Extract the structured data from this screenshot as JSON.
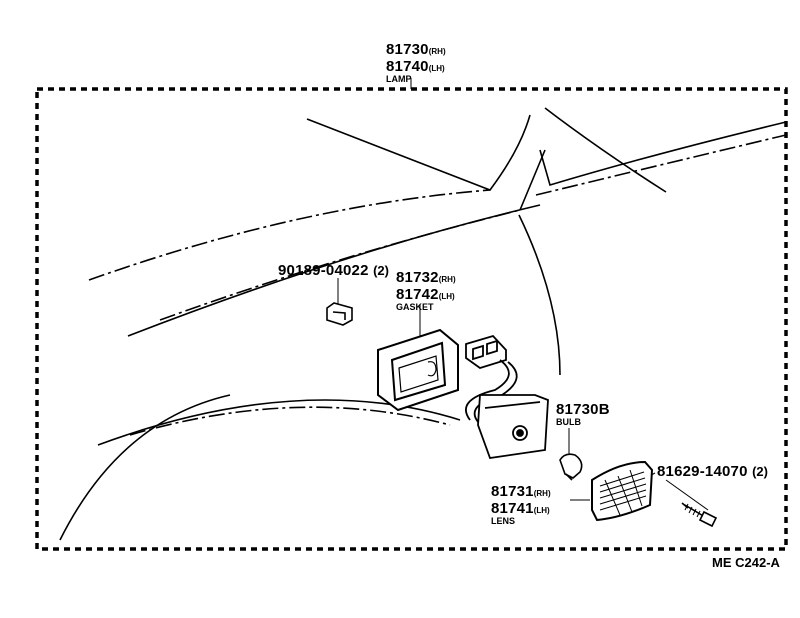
{
  "parts": {
    "lamp": {
      "pn_rh": "81730",
      "side_rh": "(RH)",
      "pn_lh": "81740",
      "side_lh": "(LH)",
      "name": "LAMP"
    },
    "nut": {
      "pn": "90189-04022",
      "qty": "(2)"
    },
    "gasket": {
      "pn_rh": "81732",
      "side_rh": "(RH)",
      "pn_lh": "81742",
      "side_lh": "(LH)",
      "name": "GASKET"
    },
    "bulb": {
      "pn": "81730B",
      "name": "BULB"
    },
    "screw": {
      "pn": "81629-14070",
      "qty": "(2)"
    },
    "lens": {
      "pn_rh": "81731",
      "side_rh": "(RH)",
      "pn_lh": "81741",
      "side_lh": "(LH)",
      "name": "LENS"
    }
  },
  "figure_code": "ME C242-A"
}
